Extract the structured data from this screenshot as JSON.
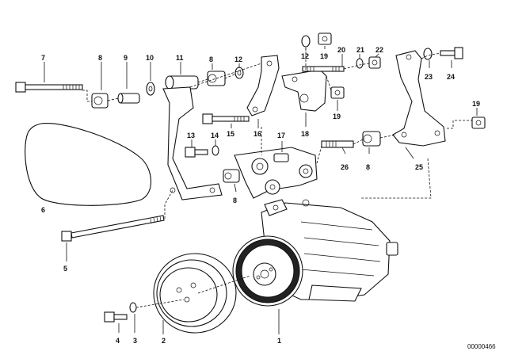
{
  "diagram": {
    "callouts": [
      "1",
      "2",
      "3",
      "4",
      "5",
      "6",
      "7",
      "8",
      "9",
      "10",
      "11",
      "8",
      "12",
      "12",
      "19",
      "20",
      "21",
      "22",
      "23",
      "24",
      "13",
      "14",
      "15",
      "16",
      "17",
      "18",
      "19",
      "19",
      "26",
      "8",
      "25",
      "8"
    ],
    "document_id": "00000466"
  }
}
